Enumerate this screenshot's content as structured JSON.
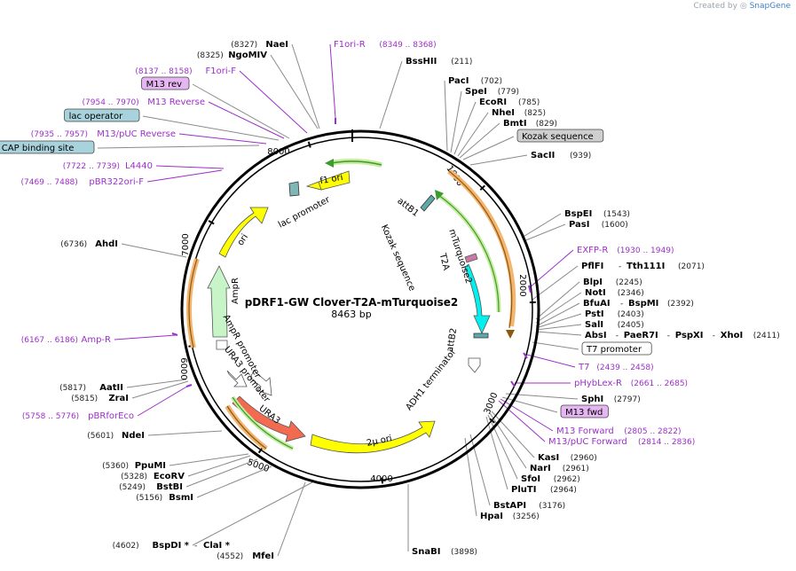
{
  "credit": {
    "prefix": "Created by",
    "brand": "SnapGene"
  },
  "plasmid": {
    "name": "pDRF1-GW Clover-T2A-mTurquoise2",
    "length": "8463 bp"
  },
  "colors": {
    "backbone": "#000000",
    "primer": "#9b2fc9",
    "site_line": "#8a8a8a",
    "ori": "#ffff00",
    "amp": "#c8f5c8",
    "turquoise": "#00f0f0",
    "ura3": "#f26a4f",
    "orange": "#f4b570",
    "green": "#3c9a2e"
  },
  "ticks": [
    {
      "label": "1000",
      "pos": 1000
    },
    {
      "label": "2000",
      "pos": 2000
    },
    {
      "label": "3000",
      "pos": 3000
    },
    {
      "label": "4000",
      "pos": 4000
    },
    {
      "label": "5000",
      "pos": 5000
    },
    {
      "label": "6000",
      "pos": 6000
    },
    {
      "label": "7000",
      "pos": 7000
    },
    {
      "label": "8000",
      "pos": 8000
    }
  ],
  "labels": [
    {
      "id": "NaeI",
      "name": "NaeI",
      "coord": "(8327)",
      "kind": "site",
      "side": "L"
    },
    {
      "id": "NgoMIV",
      "name": "NgoMIV",
      "coord": "(8325)",
      "kind": "site",
      "side": "L"
    },
    {
      "id": "F1ori-R",
      "name": "F1ori-R",
      "coord": "(8349 .. 8368)",
      "kind": "primer",
      "side": "R"
    },
    {
      "id": "BssHII",
      "name": "BssHII",
      "coord": "(211)",
      "kind": "site",
      "side": "R"
    },
    {
      "id": "F1ori-F",
      "name": "F1ori-F",
      "coord": "(8137 .. 8158)",
      "kind": "primer",
      "side": "L"
    },
    {
      "id": "M13rev",
      "name": "M13 rev",
      "coord": "",
      "kind": "box-purple",
      "side": "L"
    },
    {
      "id": "M13Reverse",
      "name": "M13 Reverse",
      "coord": "(7954 .. 7970)",
      "kind": "primer",
      "side": "L"
    },
    {
      "id": "lacop",
      "name": "lac operator",
      "coord": "",
      "kind": "box-blue",
      "side": "L"
    },
    {
      "id": "M13pUCRev",
      "name": "M13/pUC Reverse",
      "coord": "(7935 .. 7957)",
      "kind": "primer",
      "side": "L"
    },
    {
      "id": "CAP",
      "name": "CAP binding site",
      "coord": "",
      "kind": "box-blue",
      "side": "L"
    },
    {
      "id": "L4440",
      "name": "L4440",
      "coord": "(7722 .. 7739)",
      "kind": "primer",
      "side": "L"
    },
    {
      "id": "pBR322",
      "name": "pBR322ori-F",
      "coord": "(7469 .. 7488)",
      "kind": "primer",
      "side": "L"
    },
    {
      "id": "PacI",
      "name": "PacI",
      "coord": "(702)",
      "kind": "site",
      "side": "R"
    },
    {
      "id": "SpeI",
      "name": "SpeI",
      "coord": "(779)",
      "kind": "site",
      "side": "R"
    },
    {
      "id": "EcoRI",
      "name": "EcoRI",
      "coord": "(785)",
      "kind": "site",
      "side": "R"
    },
    {
      "id": "NheI",
      "name": "NheI",
      "coord": "(825)",
      "kind": "site",
      "side": "R"
    },
    {
      "id": "BmtI",
      "name": "BmtI",
      "coord": "(829)",
      "kind": "site",
      "side": "R"
    },
    {
      "id": "Kozak",
      "name": "Kozak sequence",
      "coord": "",
      "kind": "box-gray",
      "side": "R"
    },
    {
      "id": "SacII",
      "name": "SacII",
      "coord": "(939)",
      "kind": "site",
      "side": "R"
    },
    {
      "id": "BspEI",
      "name": "BspEI",
      "coord": "(1543)",
      "kind": "site",
      "side": "R"
    },
    {
      "id": "PasI",
      "name": "PasI",
      "coord": "(1600)",
      "kind": "site",
      "side": "R"
    },
    {
      "id": "EXFP-R",
      "name": "EXFP-R",
      "coord": "(1930 .. 1949)",
      "kind": "primer",
      "side": "R"
    },
    {
      "id": "PflFI",
      "name": "PflFI",
      "coord": "(2071)",
      "kind": "site",
      "side": "R",
      "extra": [
        "Tth111I"
      ]
    },
    {
      "id": "BlpI",
      "name": "BlpI",
      "coord": "(2245)",
      "kind": "site",
      "side": "R"
    },
    {
      "id": "NotI",
      "name": "NotI",
      "coord": "(2346)",
      "kind": "site",
      "side": "R"
    },
    {
      "id": "BfuAI",
      "name": "BfuAI",
      "coord": "(2392)",
      "kind": "site",
      "side": "R",
      "extra": [
        "BspMI"
      ]
    },
    {
      "id": "PstI",
      "name": "PstI",
      "coord": "(2403)",
      "kind": "site",
      "side": "R"
    },
    {
      "id": "SalI",
      "name": "SalI",
      "coord": "(2405)",
      "kind": "site",
      "side": "R"
    },
    {
      "id": "AbsI",
      "name": "AbsI",
      "coord": "(2411)",
      "kind": "site",
      "side": "R",
      "extra": [
        "PaeR7I",
        "PspXI",
        "XhoI"
      ]
    },
    {
      "id": "T7prom",
      "name": "T7 promoter",
      "coord": "",
      "kind": "box-white",
      "side": "R"
    },
    {
      "id": "T7",
      "name": "T7",
      "coord": "(2439 .. 2458)",
      "kind": "primer",
      "side": "R"
    },
    {
      "id": "pHybLex",
      "name": "pHybLex-R",
      "coord": "(2661 .. 2685)",
      "kind": "primer",
      "side": "R"
    },
    {
      "id": "SphI",
      "name": "SphI",
      "coord": "(2797)",
      "kind": "site",
      "side": "R"
    },
    {
      "id": "M13fwd",
      "name": "M13 fwd",
      "coord": "",
      "kind": "box-purple",
      "side": "R"
    },
    {
      "id": "M13Forward",
      "name": "M13 Forward",
      "coord": "(2805 .. 2822)",
      "kind": "primer",
      "side": "R"
    },
    {
      "id": "M13pUCFwd",
      "name": "M13/pUC Forward",
      "coord": "(2814 .. 2836)",
      "kind": "primer",
      "side": "R"
    },
    {
      "id": "KasI",
      "name": "KasI",
      "coord": "(2960)",
      "kind": "site",
      "side": "R"
    },
    {
      "id": "NarI",
      "name": "NarI",
      "coord": "(2961)",
      "kind": "site",
      "side": "R"
    },
    {
      "id": "SfoI",
      "name": "SfoI",
      "coord": "(2962)",
      "kind": "site",
      "side": "R"
    },
    {
      "id": "PluTI",
      "name": "PluTI",
      "coord": "(2964)",
      "kind": "site",
      "side": "R"
    },
    {
      "id": "BstAPI",
      "name": "BstAPI",
      "coord": "(3176)",
      "kind": "site",
      "side": "R"
    },
    {
      "id": "HpaI",
      "name": "HpaI",
      "coord": "(3256)",
      "kind": "site",
      "side": "R"
    },
    {
      "id": "SnaBI",
      "name": "SnaBI",
      "coord": "(3898)",
      "kind": "site",
      "side": "R"
    },
    {
      "id": "BspDI",
      "name": "BspDI *",
      "coord": "(4602)",
      "kind": "site",
      "side": "L",
      "extra": [
        "ClaI *"
      ]
    },
    {
      "id": "MfeI",
      "name": "MfeI",
      "coord": "(4552)",
      "kind": "site",
      "side": "L"
    },
    {
      "id": "BsmI",
      "name": "BsmI",
      "coord": "(5156)",
      "kind": "site",
      "side": "L"
    },
    {
      "id": "BstBI",
      "name": "BstBI",
      "coord": "(5249)",
      "kind": "site",
      "side": "L"
    },
    {
      "id": "EcoRV",
      "name": "EcoRV",
      "coord": "(5328)",
      "kind": "site",
      "side": "L"
    },
    {
      "id": "PpuMI",
      "name": "PpuMI",
      "coord": "(5360)",
      "kind": "site",
      "side": "L"
    },
    {
      "id": "NdeI",
      "name": "NdeI",
      "coord": "(5601)",
      "kind": "site",
      "side": "L"
    },
    {
      "id": "pBRforEco",
      "name": "pBRforEco",
      "coord": "(5758 .. 5776)",
      "kind": "primer",
      "side": "L"
    },
    {
      "id": "ZraI",
      "name": "ZraI",
      "coord": "(5815)",
      "kind": "site",
      "side": "L"
    },
    {
      "id": "AatII",
      "name": "AatII",
      "coord": "(5817)",
      "kind": "site",
      "side": "L"
    },
    {
      "id": "Amp-R",
      "name": "Amp-R",
      "coord": "(6167 .. 6186)",
      "kind": "primer",
      "side": "L"
    },
    {
      "id": "AhdI",
      "name": "AhdI",
      "coord": "(6736)",
      "kind": "site",
      "side": "L"
    }
  ],
  "features": [
    {
      "id": "f1ori",
      "name": "f1 ori"
    },
    {
      "id": "lacpromoter",
      "name": "lac promoter"
    },
    {
      "id": "ori",
      "name": "ori"
    },
    {
      "id": "AmpR",
      "name": "AmpR"
    },
    {
      "id": "AmpRpromoter",
      "name": "AmpR promoter"
    },
    {
      "id": "URA3promoter",
      "name": "URA3 promoter"
    },
    {
      "id": "URA3",
      "name": "URA3"
    },
    {
      "id": "twomu",
      "name": "2μ ori"
    },
    {
      "id": "ADH1",
      "name": "ADH1 terminator"
    },
    {
      "id": "attB2",
      "name": "attB2"
    },
    {
      "id": "mTurq",
      "name": "mTurquoise2"
    },
    {
      "id": "T2A",
      "name": "T2A"
    },
    {
      "id": "Kozakin",
      "name": "Kozak sequence"
    },
    {
      "id": "attB1",
      "name": "attB1"
    }
  ]
}
